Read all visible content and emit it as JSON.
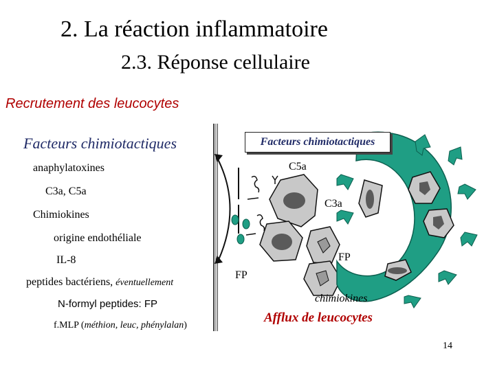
{
  "title": "2. La réaction inflammatoire",
  "subtitle": "2.3. Réponse cellulaire",
  "section_heading": "Recrutement des leucocytes",
  "left_panel": {
    "heading": "Facteurs chimiotactiques",
    "items": [
      "anaphylatoxines",
      "C3a, C5a",
      "Chimiokines",
      "origine endothéliale",
      "IL-8",
      "peptides bactériens,",
      "éventuellement",
      "N-formyl peptides: FP",
      "f.MLP (",
      "méthion, leuc, phénylalan",
      ")"
    ]
  },
  "diagram": {
    "box_label": "Facteurs chimiotactiques",
    "labels": {
      "c5a": "C5a",
      "c3a": "C3a",
      "fp_right": "FP",
      "fp_left": "FP",
      "chimiokines": "chimiokines"
    },
    "caption": "Afflux de leucocytes",
    "colors": {
      "vessel": "#1f9e84",
      "cell": "#c8c8c8",
      "nucleus": "#5a5a5a",
      "particle": "#1f9e84",
      "caption": "#b00000",
      "heading": "#1f2a66"
    }
  },
  "page_number": "14"
}
